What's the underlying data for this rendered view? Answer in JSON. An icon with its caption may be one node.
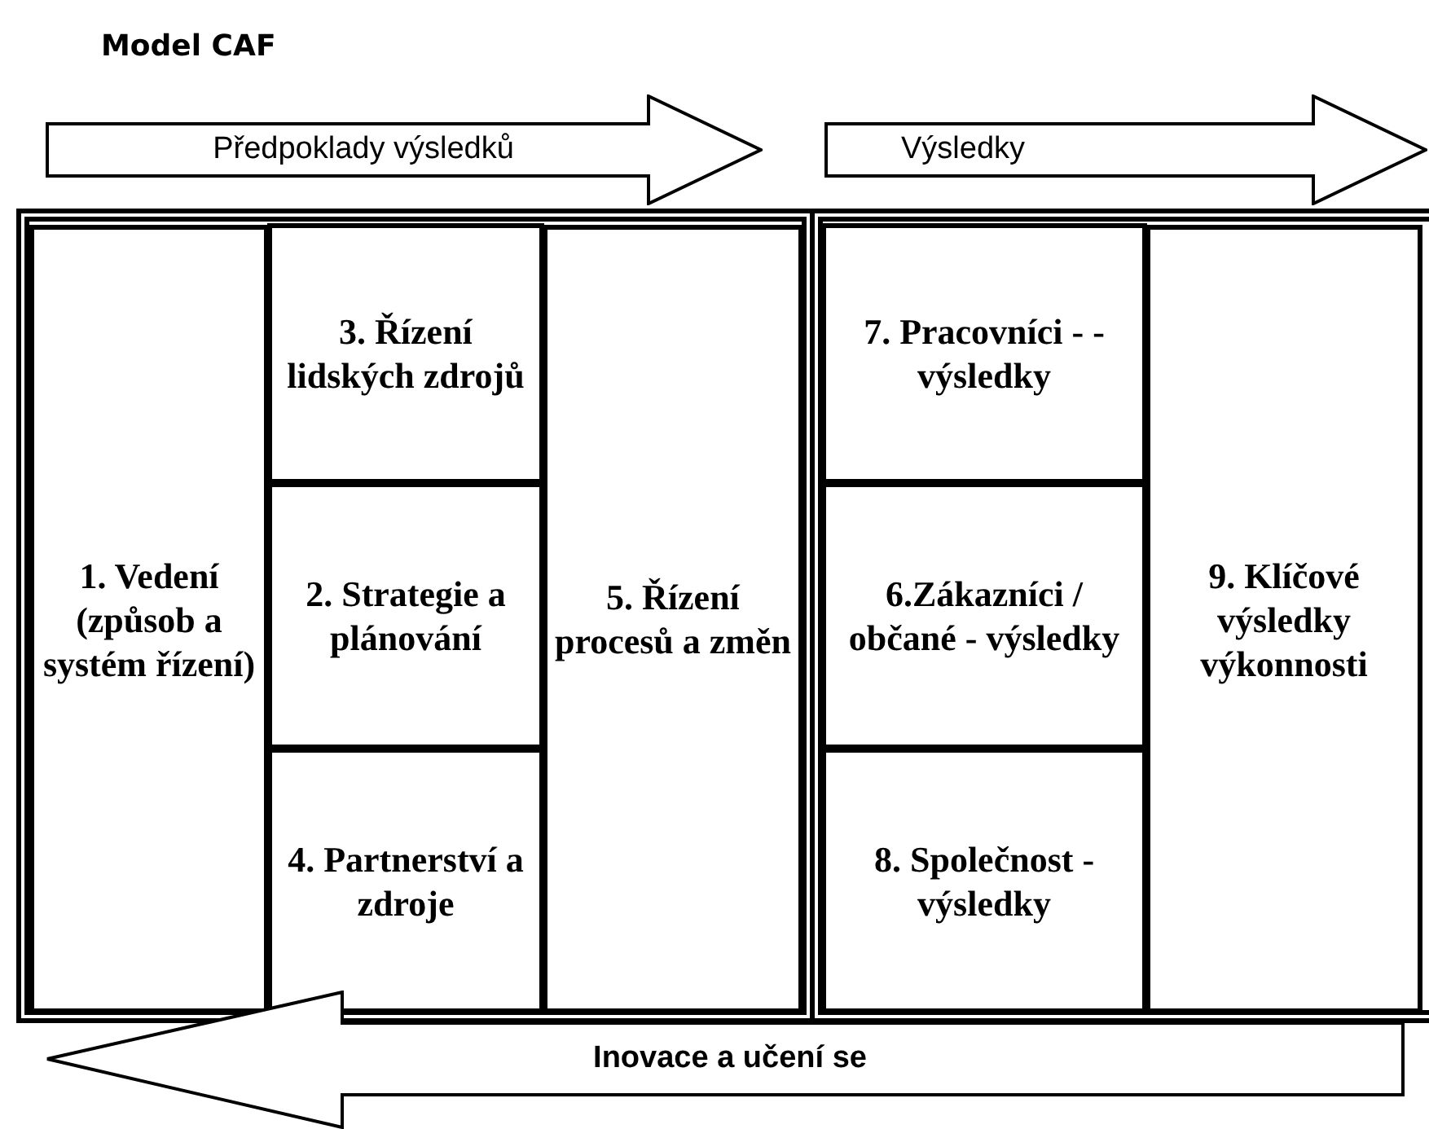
{
  "diagram": {
    "title": "Model CAF",
    "nodes": [
      {
        "text": [
          "Předpoklady výsledků"
        ]
      },
      {
        "text": [
          "Výsledky"
        ]
      },
      {
        "text": [
          "1. Vedení (způsob a systém řízení)"
        ]
      },
      {
        "text": [
          "3. Řízení lidských zdrojů"
        ]
      },
      {
        "text": [
          "2. Strategie a plánování"
        ]
      },
      {
        "text": [
          "4. Partnerství a zdroje"
        ]
      },
      {
        "text": [
          "5. Řízení procesů a změn"
        ]
      },
      {
        "text": [
          "7. Pracovníci - - výsledky"
        ]
      },
      {
        "text": [
          "6.Zákazníci / občané - výsledky"
        ]
      },
      {
        "text": [
          "8. Společnost - výsledky"
        ]
      },
      {
        "text": [
          "9. Klíčové výsledky výkonnosti"
        ]
      },
      {
        "text": [
          "Inovace a učení se"
        ]
      }
    ]
  }
}
